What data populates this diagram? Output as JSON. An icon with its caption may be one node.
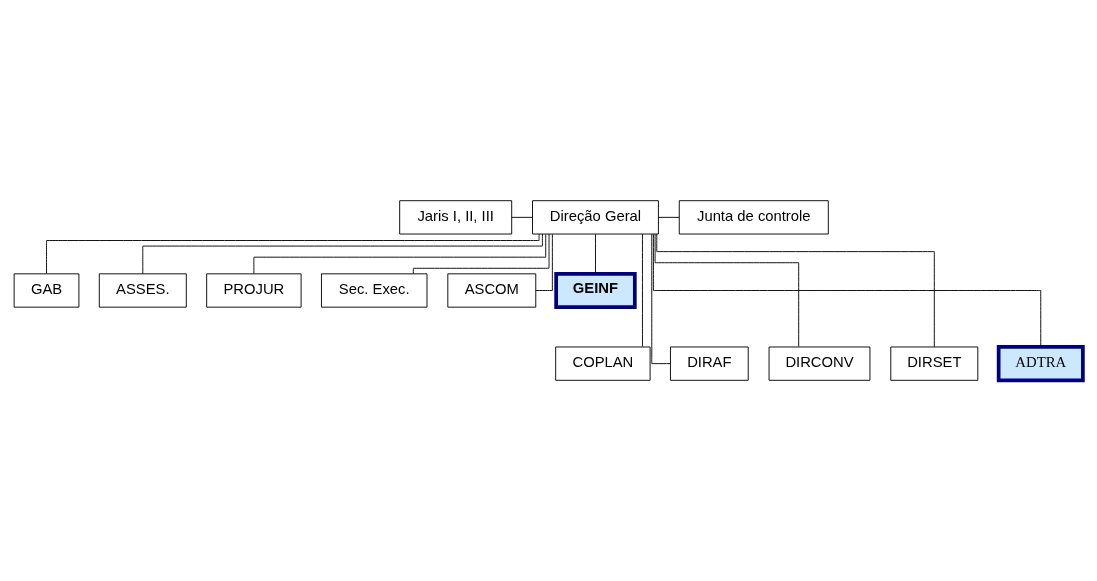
{
  "diagram": {
    "nodes": [
      {
        "text": [
          "Jaris I, II, III"
        ]
      },
      {
        "text": [
          "Direção Geral"
        ]
      },
      {
        "text": [
          "Junta de controle"
        ]
      },
      {
        "text": [
          "GAB"
        ]
      },
      {
        "text": [
          "ASSES."
        ]
      },
      {
        "text": [
          "PROJUR"
        ]
      },
      {
        "text": [
          "Sec. Exec."
        ]
      },
      {
        "text": [
          "ASCOM"
        ]
      },
      {
        "text": [
          "GEINF"
        ]
      },
      {
        "text": [
          "COPLAN"
        ]
      },
      {
        "text": [
          "DIRAF"
        ]
      },
      {
        "text": [
          "DIRCONV"
        ]
      },
      {
        "text": [
          "DIRSET"
        ]
      },
      {
        "text": [
          "ADTRA"
        ]
      }
    ],
    "edges": [
      {
        "from": 0,
        "to": 1,
        "arrow": "none"
      },
      {
        "from": 1,
        "to": 2,
        "arrow": "none"
      },
      {
        "from": 1,
        "to": 3,
        "arrow": "none"
      },
      {
        "from": 1,
        "to": 4,
        "arrow": "none"
      },
      {
        "from": 1,
        "to": 5,
        "arrow": "none"
      },
      {
        "from": 1,
        "to": 6,
        "arrow": "none"
      },
      {
        "from": 1,
        "to": 7,
        "arrow": "none"
      },
      {
        "from": 1,
        "to": 8,
        "arrow": "none"
      },
      {
        "from": 1,
        "to": 9,
        "arrow": "none"
      },
      {
        "from": 1,
        "to": 10,
        "arrow": "none"
      },
      {
        "from": 1,
        "to": 11,
        "arrow": "none"
      },
      {
        "from": 1,
        "to": 12,
        "arrow": "none"
      },
      {
        "from": 1,
        "to": 13,
        "arrow": "none"
      }
    ]
  }
}
